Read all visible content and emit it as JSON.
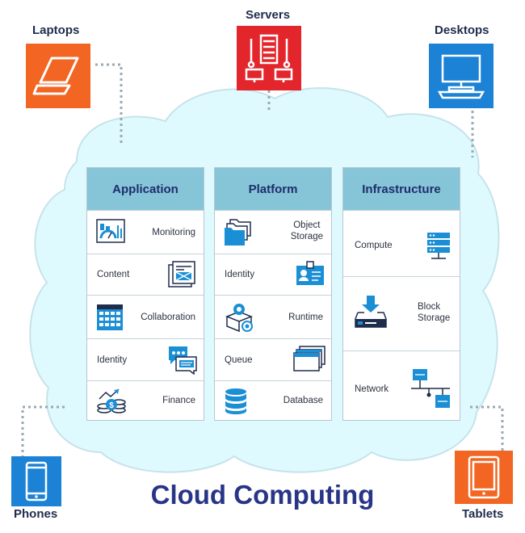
{
  "title": "Cloud Computing",
  "devices": {
    "laptops": "Laptops",
    "servers": "Servers",
    "desktops": "Desktops",
    "phones": "Phones",
    "tablets": "Tablets"
  },
  "columns": {
    "application": {
      "header": "Application",
      "rows": [
        "Monitoring",
        "Content",
        "Collaboration",
        "Identity",
        "Finance"
      ]
    },
    "platform": {
      "header": "Platform",
      "rows": [
        "Object Storage",
        "Identity",
        "Runtime",
        "Queue",
        "Database"
      ]
    },
    "infrastructure": {
      "header": "Infrastructure",
      "rows": [
        "Compute",
        "Block Storage",
        "Network"
      ]
    }
  },
  "colors": {
    "orange": "#f26522",
    "red": "#e3262c",
    "blue": "#1b82d6",
    "cloud": "#dffaff",
    "header": "#86c5d8",
    "title": "#283587",
    "icon_blue": "#1b8fd6"
  }
}
